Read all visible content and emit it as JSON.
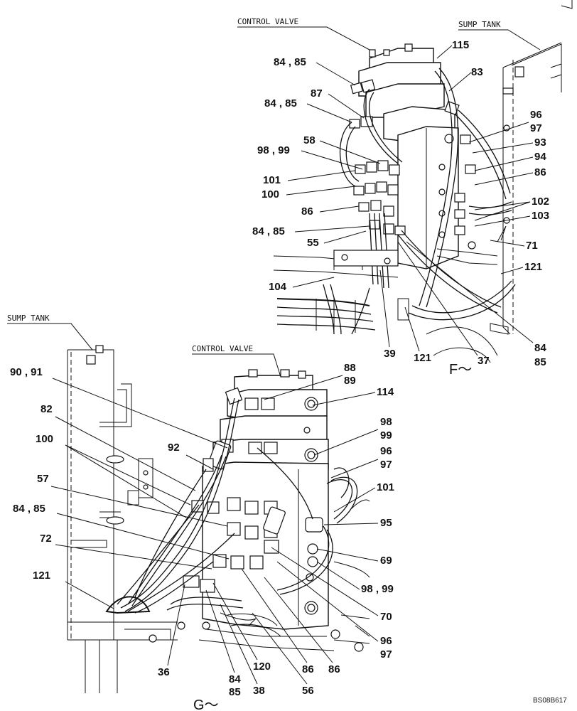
{
  "view_f": {
    "captions": {
      "control_valve": "CONTROL VALVE",
      "sump_tank": "SUMP TANK"
    },
    "view_label": "F～",
    "callouts": [
      "115",
      "84 , 85",
      "83",
      "87",
      "84 , 85",
      "96",
      "97",
      "93",
      "98 , 99",
      "58",
      "94",
      "101",
      "86",
      "100",
      "102",
      "86",
      "103",
      "84 , 85",
      "71",
      "55",
      "121",
      "104",
      "39",
      "121",
      "37",
      "84",
      "85"
    ]
  },
  "view_g": {
    "captions": {
      "sump_tank": "SUMP TANK",
      "control_valve": "CONTROL VALVE"
    },
    "view_label": "G～",
    "callouts": [
      "88",
      "89",
      "90 , 91",
      "114",
      "82",
      "98",
      "99",
      "100",
      "92",
      "96",
      "97",
      "57",
      "101",
      "84 , 85",
      "95",
      "72",
      "69",
      "121",
      "98 , 99",
      "70",
      "96",
      "97",
      "36",
      "120",
      "86",
      "86",
      "84",
      "85",
      "38",
      "56"
    ]
  },
  "drawing_code": "BS08B617"
}
